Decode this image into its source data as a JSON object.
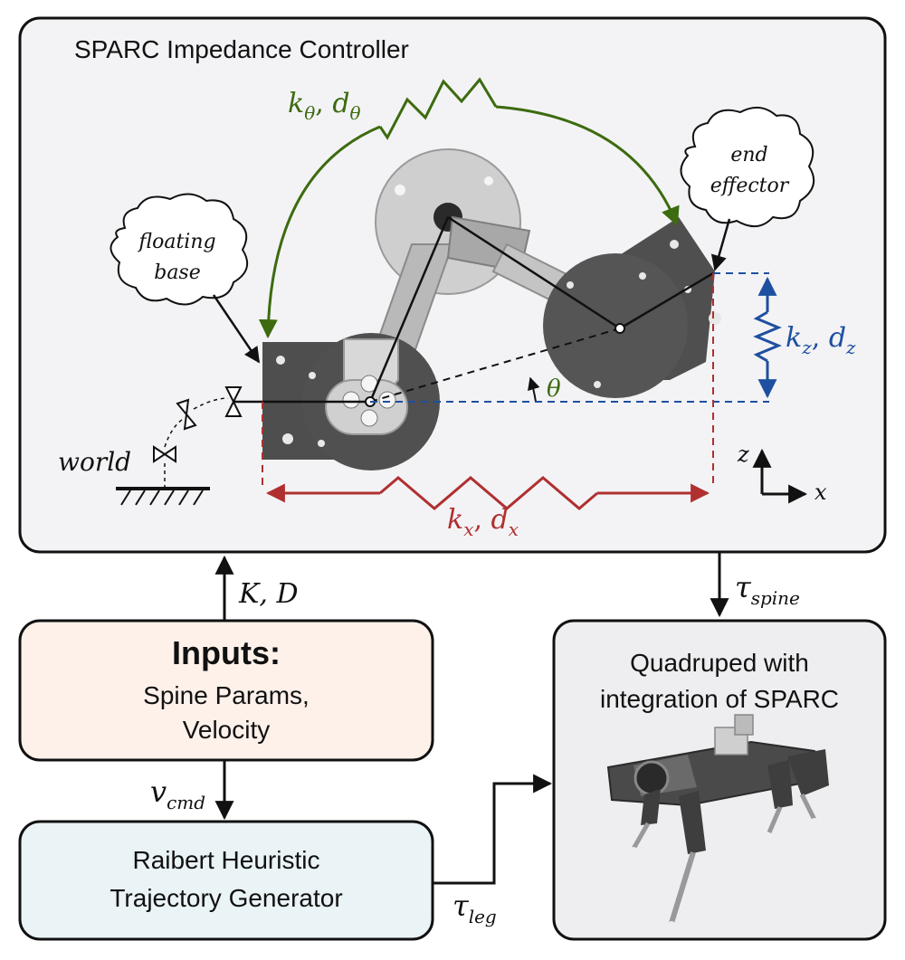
{
  "controller": {
    "title": "SPARC Impedance Controller",
    "labels": {
      "k_theta": "k",
      "k_theta_sub": "θ",
      "d_theta": "d",
      "d_theta_sub": "θ",
      "k_x": "k",
      "k_x_sub": "x",
      "d_x": "d",
      "d_x_sub": "x",
      "k_z": "k",
      "k_z_sub": "z",
      "d_z": "d",
      "d_z_sub": "z",
      "theta": "θ",
      "axis_z": "z",
      "axis_x": "x",
      "world": "world"
    },
    "clouds": {
      "end_effector_line1": "end",
      "end_effector_line2": "effector",
      "floating_base_line1": "floating",
      "floating_base_line2": "base"
    }
  },
  "signals": {
    "KD": "K, D",
    "tau_spine": "τ",
    "tau_spine_sub": "spine",
    "v_cmd": "v",
    "v_cmd_sub": "cmd",
    "tau_leg": "τ",
    "tau_leg_sub": "leg"
  },
  "inputs": {
    "title": "Inputs:",
    "line1": "Spine Params,",
    "line2": "Velocity"
  },
  "raibert": {
    "line1": "Raibert Heuristic",
    "line2": "Trajectory Generator"
  },
  "quadruped": {
    "line1": "Quadruped with",
    "line2": "integration of SPARC"
  },
  "colors": {
    "green": "#3d6b10",
    "red": "#b03030",
    "blue": "#1e4fa0",
    "controller_bg": "#f3f3f5",
    "inputs_bg": "#fdf1ea",
    "raibert_bg": "#eaf3f6",
    "quadruped_bg": "#eeeef0"
  }
}
